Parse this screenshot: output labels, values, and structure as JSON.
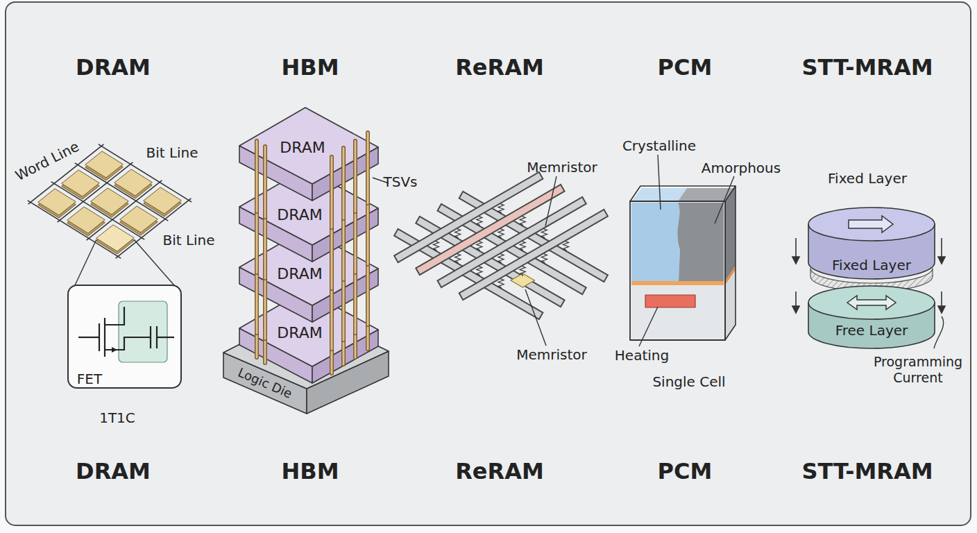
{
  "diagram": {
    "nodes": [
      {
        "text": [
          "FET",
          "1T1C"
        ]
      },
      {
        "text": [
          "DRAM"
        ]
      },
      {
        "text": [
          "DRAM"
        ]
      },
      {
        "text": [
          "DRAM"
        ]
      },
      {
        "text": [
          "DRAM"
        ]
      },
      {
        "text": [
          "Logic Die"
        ]
      },
      {
        "text": [
          "Fixed Layer"
        ]
      },
      {
        "text": [
          "Free Layer"
        ]
      }
    ],
    "labels": [
      "DRAM",
      "HBM",
      "ReRAM",
      "PCM",
      "STT-MRAM",
      "Word Line",
      "Bit Line",
      "Bit Line",
      "TSVs",
      "Memristor",
      "Memristor",
      "Crystalline",
      "Amorphous",
      "Heating",
      "Single Cell",
      "Fixed Layer",
      "Programming Current",
      "DRAM",
      "HBM",
      "ReRAM",
      "PCM",
      "STT-MRAM"
    ]
  }
}
